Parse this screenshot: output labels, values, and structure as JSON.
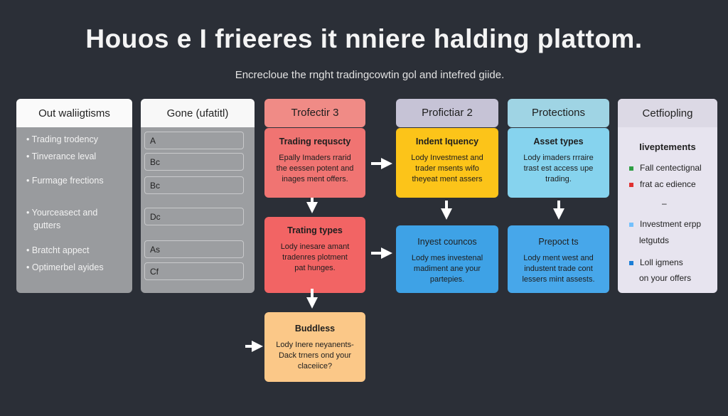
{
  "title": "Houos e I frieeres it nniere halding plattom.",
  "subtitle": "Encrecloue the rnght tradingcowtin gol and intefred giide.",
  "col1": {
    "header": "Out waliigtisms",
    "items": [
      "• Trading trodency",
      "• Tinverance leval",
      "• Furmage frections",
      "• Yourceasect and",
      "gutters",
      "• Bratcht appect",
      "• Optimerbel ayides"
    ]
  },
  "col2": {
    "header": "Gone (ufatitl)",
    "cells": [
      "A",
      "Bc",
      "Bc",
      "Dc",
      "As",
      "Cf"
    ]
  },
  "col3": {
    "header": "Trofectir 3",
    "box1": {
      "title": "Trading requscty",
      "body": [
        "Epally Imaders rrarid",
        "the eessen potent and",
        "inages ment offers."
      ]
    },
    "box2": {
      "title": "Trating types",
      "body": [
        "Lody inesare amant",
        "tradenres plotment",
        "pat hunges."
      ]
    },
    "box3": {
      "title": "Buddless",
      "body": [
        "Lody Inere neyanents-",
        "Dack trners ond your",
        "claceiice?"
      ]
    }
  },
  "col4": {
    "header": "Profictiar 2",
    "box1": {
      "title": "Indent Iquency",
      "body": [
        "Lody Investmest and",
        "trader msents wifo",
        "theyeat ment assers"
      ]
    },
    "box2": {
      "title": "Inyest councos",
      "body": [
        "Lody mes investenal",
        "madiment ane your",
        "partepies."
      ]
    }
  },
  "col5": {
    "header": "Protections",
    "box1": {
      "title": "Asset types",
      "body": [
        "Lody imaders rrraire",
        "trast est access upe",
        "trading."
      ]
    },
    "box2": {
      "title": "Prepoct ts",
      "body": [
        "Lody ment west and",
        "industent trade cont",
        "lessers mint assests."
      ]
    }
  },
  "col6": {
    "header": "Cetfiopling",
    "subheader": "Iiveptements",
    "legend": [
      {
        "label": "Fall centectignal",
        "color": "#2f9e44"
      },
      {
        "label": "frat ac edience",
        "color": "#e03131"
      },
      {
        "label": "–",
        "color": ""
      },
      {
        "label": "Investment erpp",
        "color": "#74c0fc"
      },
      {
        "label": "letgutds",
        "color": ""
      },
      {
        "label": "Loll igmens",
        "color": "#1c7ed6"
      },
      {
        "label": "on your offers",
        "color": ""
      }
    ]
  },
  "colors": {
    "background": "#2b2f37",
    "red": "#f06868",
    "orange": "#fbc888",
    "yellow": "#fcc419",
    "blue": "#3ea2e6",
    "lightblue": "#86d3ee",
    "lavender": "#e7e4ef"
  }
}
